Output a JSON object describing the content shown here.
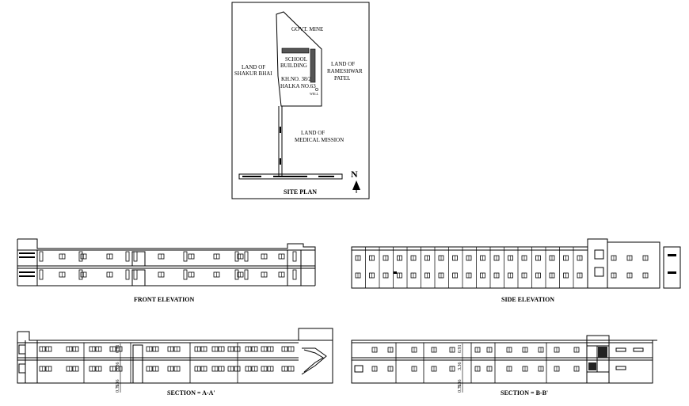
{
  "site_plan": {
    "title": "SITE PLAN",
    "north": "N",
    "labels": {
      "govt_mine": "GOVT. MINE",
      "school_1": "SCHOOL",
      "school_2": "BUILDING",
      "shakur_1": "LAND OF",
      "shakur_2": "SHAKUR BHAI",
      "rameshwar_1": "LAND OF",
      "rameshwar_2": "RAMESHWAR",
      "rameshwar_3": "PATEL",
      "khno_1": "KH.NO. 38/2",
      "khno_2": "HALKA NO.63",
      "well": "WELL",
      "medical_1": "LAND OF",
      "medical_2": "MEDICAL MISSION"
    }
  },
  "elevations": {
    "front": "FRONT ELEVATION",
    "side": "SIDE ELEVATION"
  },
  "sections": {
    "aa": "SECTION = A-A'",
    "bb": "SECTION = B-B'",
    "dims": [
      "0.76",
      "3.36",
      "3.36",
      "0.91"
    ]
  }
}
